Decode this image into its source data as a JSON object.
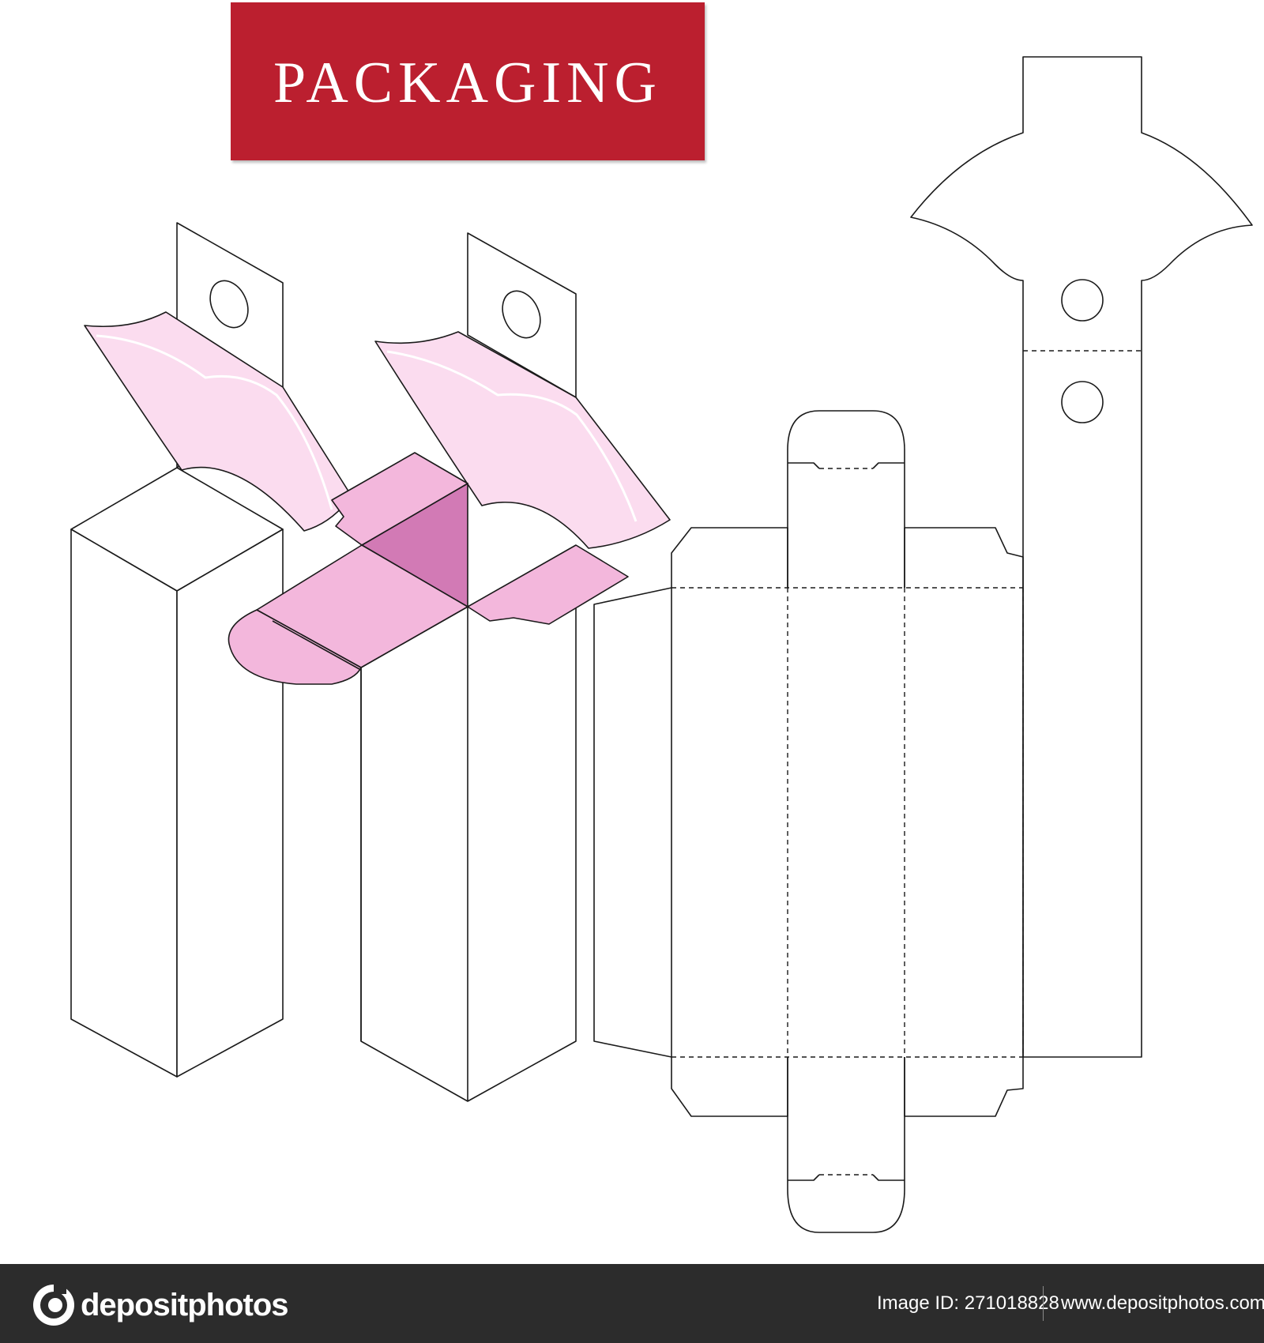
{
  "title": "PACKAGING",
  "footer": {
    "brand": "depositphotos",
    "image_id_label": "Image ID:",
    "image_id": "271018828",
    "url": "www.depositphotos.com"
  },
  "colors": {
    "banner": "#bb1f2f",
    "pink_light": "#fbdcef",
    "pink_mid": "#f3b7dc",
    "pink_dark": "#d27ab5",
    "outline": "#1a1a1a",
    "footer_bg": "#2c2c2c"
  },
  "icons": [
    "depositphotos-logo-icon"
  ]
}
